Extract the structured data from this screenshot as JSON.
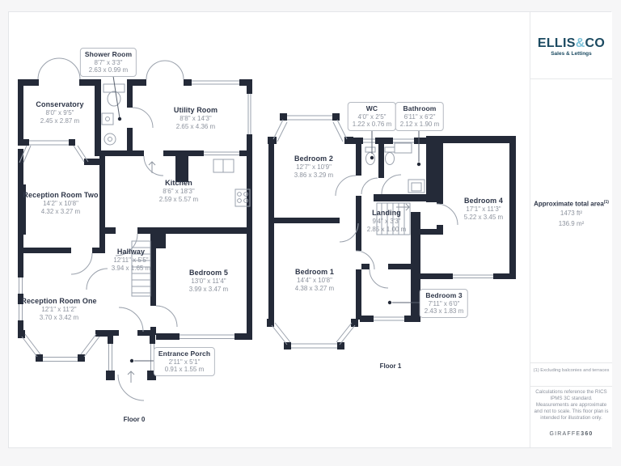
{
  "branding": {
    "logo_ellis": "ELLIS",
    "logo_amp": "&",
    "logo_co": "CO",
    "tagline": "Sales & Lettings"
  },
  "sidebar": {
    "area_title": "Approximate total area",
    "area_sup": "(1)",
    "area_imperial": "1473 ft²",
    "area_metric": "136.9 m²",
    "footnote": "(1) Excluding balconies and terraces",
    "disclaimer": "Calculations reference the RICS IPMS 3C standard. Measurements are approximate and not to scale. This floor plan is intended for illustration only.",
    "credit_name": "GIRAFFE",
    "credit_number": "360"
  },
  "colors": {
    "wall": "#242a38",
    "thin_line": "#9aa1ac",
    "room_name_text": "#2e3648",
    "dim_text": "#8d939e",
    "brand_navy": "#1b4a61",
    "brand_light_blue": "#7fc3da"
  },
  "floors": [
    {
      "label": "Floor 0",
      "rooms": [
        {
          "name": "Conservatory",
          "imperial": "8'0\" x 9'5\"",
          "metric": "2.45 x 2.87 m"
        },
        {
          "name": "Shower Room",
          "imperial": "8'7\" x 3'3\"",
          "metric": "2.63 x 0.99 m"
        },
        {
          "name": "Utility Room",
          "imperial": "8'8\" x 14'3\"",
          "metric": "2.65 x 4.36 m"
        },
        {
          "name": "Reception Room Two",
          "imperial": "14'2\" x 10'8\"",
          "metric": "4.32 x 3.27 m"
        },
        {
          "name": "Kitchen",
          "imperial": "8'6\" x 18'3\"",
          "metric": "2.59 x 5.57 m"
        },
        {
          "name": "Hallway",
          "imperial": "12'11\" x 5'5\"",
          "metric": "3.94 x 1.65 m"
        },
        {
          "name": "Bedroom 5",
          "imperial": "13'0\" x 11'4\"",
          "metric": "3.99 x 3.47 m"
        },
        {
          "name": "Reception Room One",
          "imperial": "12'1\" x 11'2\"",
          "metric": "3.70 x 3.42 m"
        },
        {
          "name": "Entrance Porch",
          "imperial": "2'11\" x 5'1\"",
          "metric": "0.91 x 1.55 m"
        }
      ]
    },
    {
      "label": "Floor 1",
      "rooms": [
        {
          "name": "Bedroom 2",
          "imperial": "12'7\" x 10'9\"",
          "metric": "3.86 x 3.29 m"
        },
        {
          "name": "WC",
          "imperial": "4'0\" x 2'5\"",
          "metric": "1.22 x 0.76 m"
        },
        {
          "name": "Bathroom",
          "imperial": "6'11\" x 6'2\"",
          "metric": "2.12 x 1.90 m"
        },
        {
          "name": "Bedroom 4",
          "imperial": "17'1\" x 11'3\"",
          "metric": "5.22 x 3.45 m"
        },
        {
          "name": "Landing",
          "imperial": "9'4\" x 3'3\"",
          "metric": "2.85 x 1.00 m"
        },
        {
          "name": "Bedroom 1",
          "imperial": "14'4\" x 10'8\"",
          "metric": "4.38 x 3.27 m"
        },
        {
          "name": "Bedroom 3",
          "imperial": "7'11\" x 6'0\"",
          "metric": "2.43 x 1.83 m"
        }
      ]
    }
  ]
}
